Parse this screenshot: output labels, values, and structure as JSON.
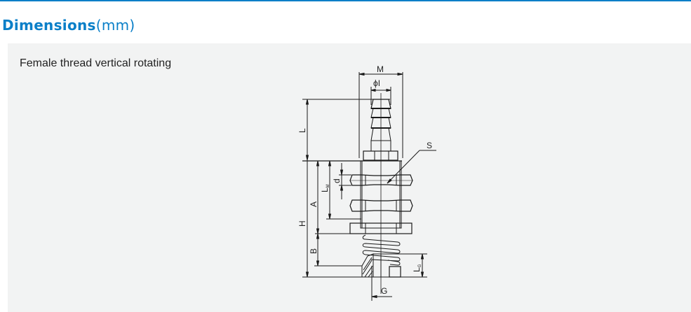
{
  "header": {
    "title": "Dimensions",
    "unit": "(mm)"
  },
  "panel": {
    "subtitle": "Female thread vertical rotating",
    "diagram_labels": {
      "M": "M",
      "phi_I": "ϕI",
      "L": "L",
      "S": "S",
      "d": "d",
      "LM": "L",
      "LM_sub": "M",
      "A": "A",
      "H": "H",
      "B": "B",
      "LG": "L",
      "LG_sub": "G",
      "G": "G"
    }
  },
  "colors": {
    "accent": "#0a7fc8",
    "panel_bg": "#f2f3f3",
    "line": "#1a1a1a"
  }
}
